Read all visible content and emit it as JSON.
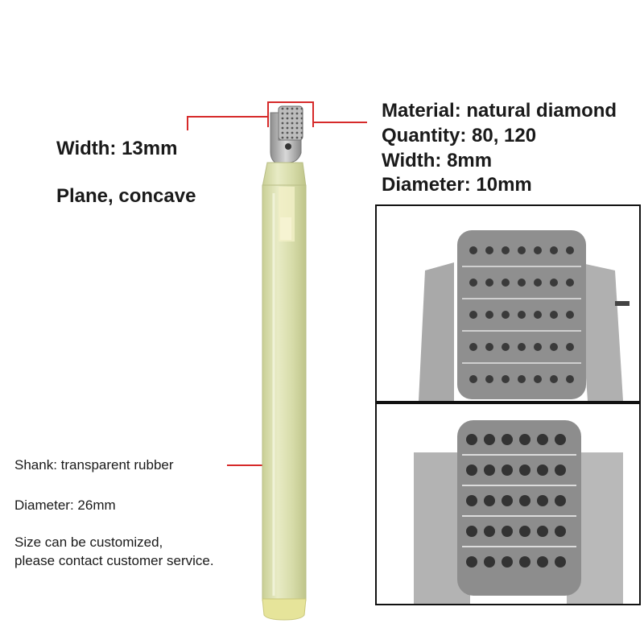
{
  "left_specs": {
    "width": "Width: 13mm",
    "profile": "Plane, concave"
  },
  "right_specs": {
    "material": "Material: natural diamond",
    "quantity": "Quantity: 80, 120",
    "width": "Width: 8mm",
    "diameter": "Diameter: 10mm"
  },
  "shank": {
    "label": "Shank: transparent rubber",
    "diameter": "Diameter: 26mm"
  },
  "note": {
    "line1": "Size can be customized,",
    "line2": "please contact customer service."
  },
  "colors": {
    "callout": "#d62a2a",
    "handle": "#dfe3b4",
    "metal": "#b8b8b8"
  }
}
